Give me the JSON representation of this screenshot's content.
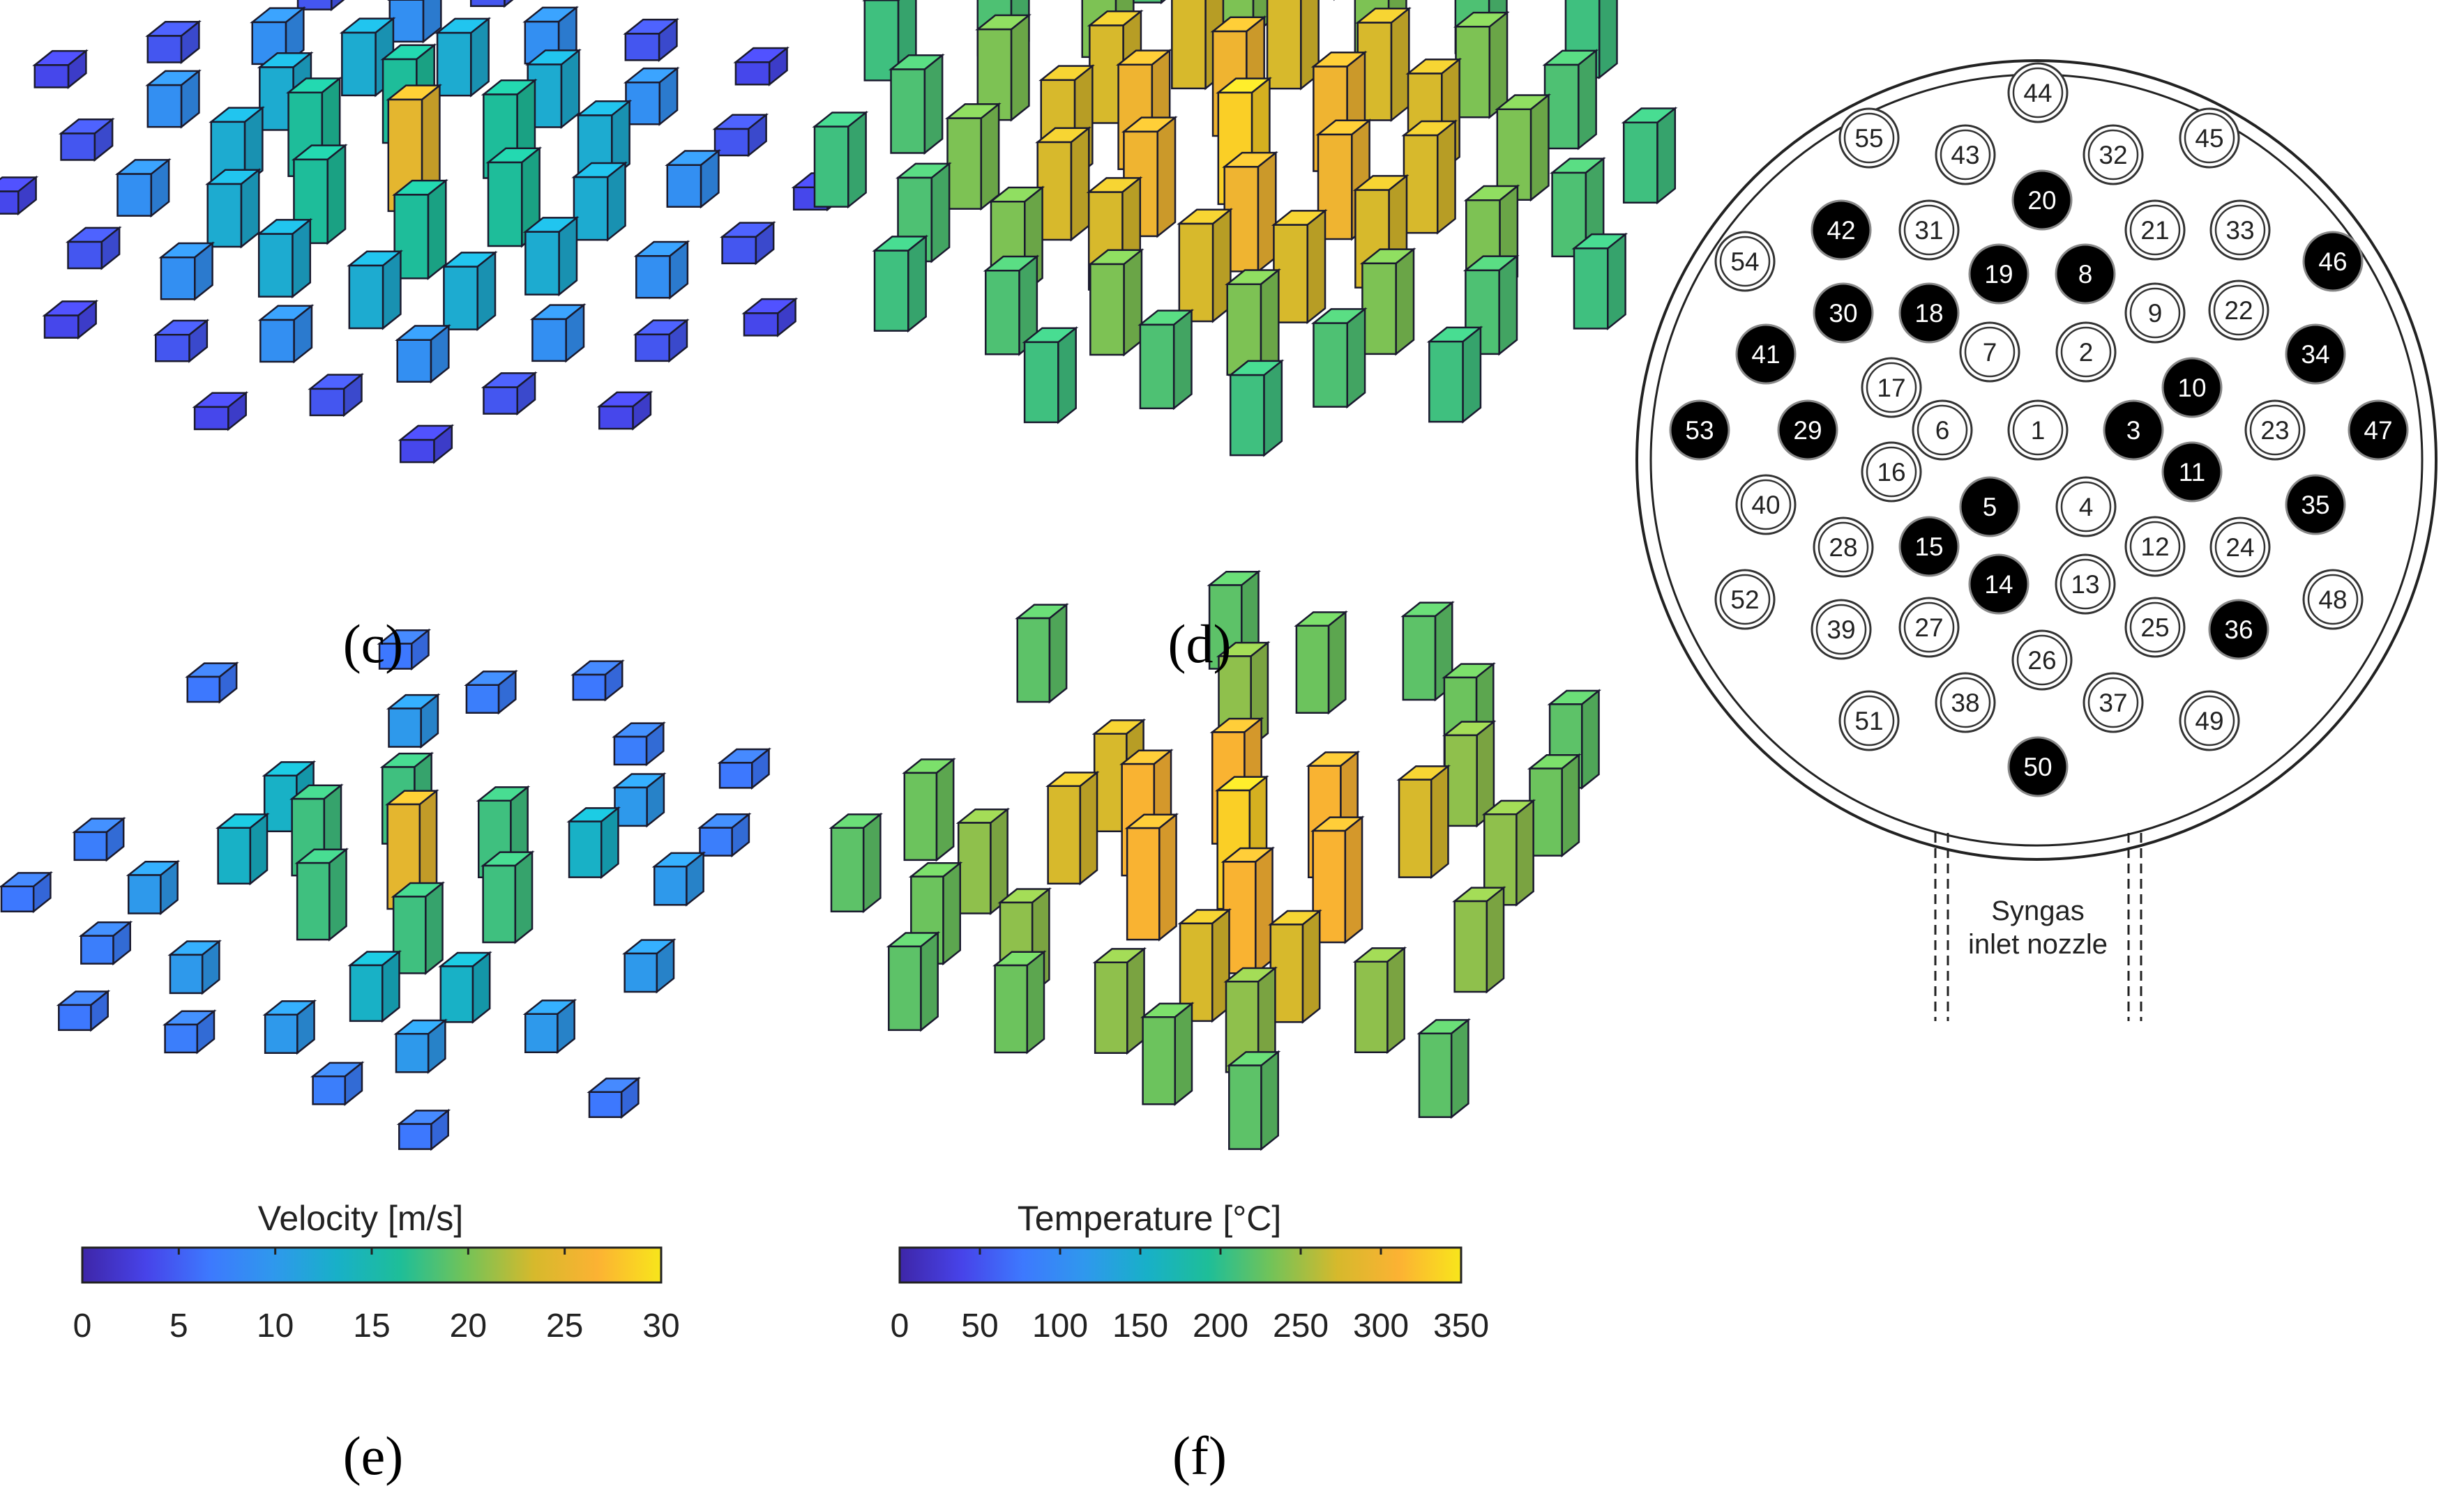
{
  "colors": {
    "colormap": [
      "#3e26a8",
      "#4743e9",
      "#3d79fe",
      "#2f98ed",
      "#18b0c8",
      "#1ebe98",
      "#71c359",
      "#d6b92c",
      "#fcb233",
      "#f8e61b"
    ],
    "edge": "#1a1a2e",
    "tube_black": "#000000",
    "tube_white": "#ffffff"
  },
  "panels": {
    "c": {
      "label": "(c)"
    },
    "d": {
      "label": "(d)"
    },
    "e": {
      "label": "(e)"
    },
    "f": {
      "label": "(f)"
    }
  },
  "colorbars": {
    "velocity": {
      "title": "Velocity [m/s]",
      "min": 0,
      "max": 30,
      "ticks": [
        "0",
        "5",
        "10",
        "15",
        "20",
        "25",
        "30"
      ]
    },
    "temperature": {
      "title": "Temperature [°C]",
      "min": 0,
      "max": 350,
      "ticks": [
        "0",
        "50",
        "100",
        "150",
        "200",
        "250",
        "300",
        "350"
      ]
    }
  },
  "tubesheet": {
    "nozzle_label": "Syngas\ninlet nozzle",
    "black_tubes": [
      3,
      5,
      8,
      10,
      11,
      14,
      15,
      18,
      19,
      20,
      29,
      30,
      34,
      35,
      36,
      41,
      42,
      46,
      47,
      50,
      53
    ],
    "ring_tubes": [
      22,
      23,
      24,
      25,
      32,
      33,
      37,
      38,
      39,
      43,
      44,
      45,
      48,
      49,
      51,
      52,
      54,
      55,
      21,
      26,
      27,
      28,
      31,
      40,
      16,
      17,
      9,
      12,
      13,
      6,
      7,
      2,
      1,
      4
    ]
  }
}
